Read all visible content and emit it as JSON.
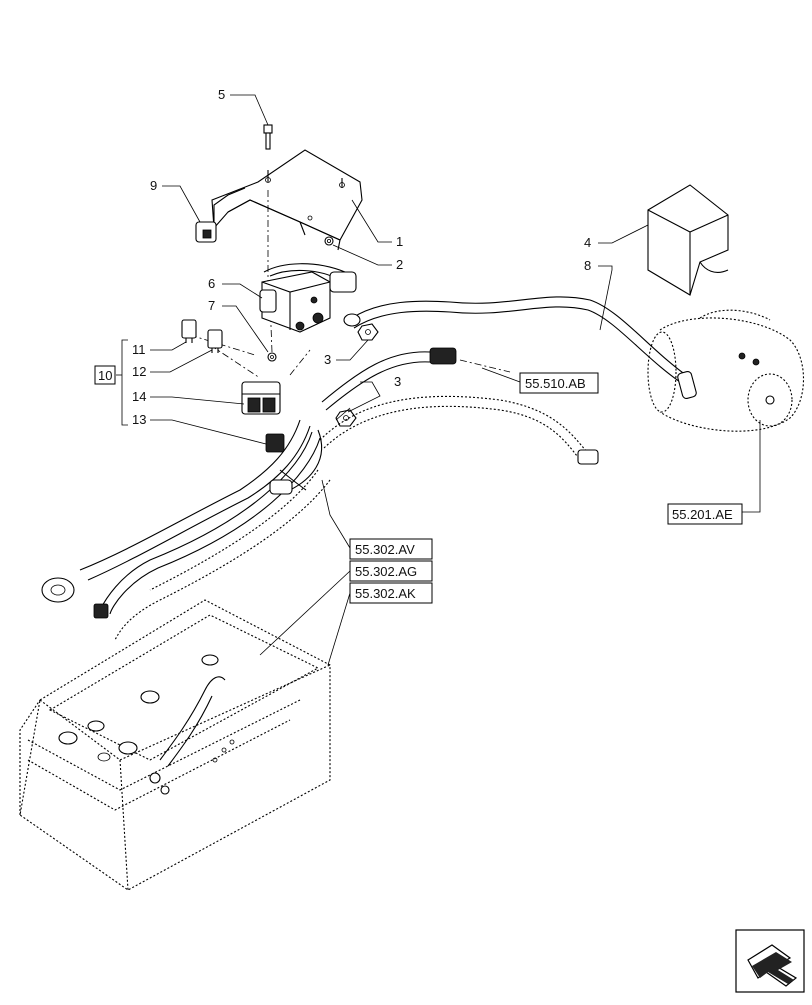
{
  "callouts": {
    "c1": "1",
    "c2": "2",
    "c3a": "3",
    "c3b": "3",
    "c4": "4",
    "c5": "5",
    "c6": "6",
    "c7": "7",
    "c8": "8",
    "c9": "9",
    "c10": "10",
    "c11": "11",
    "c12": "12",
    "c13": "13",
    "c14": "14"
  },
  "references": {
    "r1": "55.510.AB",
    "r2": "55.201.AE",
    "r3": "55.302.AV",
    "r4": "55.302.AG",
    "r5": "55.302.AK"
  },
  "nav_icon": "next-page-arrow-icon"
}
